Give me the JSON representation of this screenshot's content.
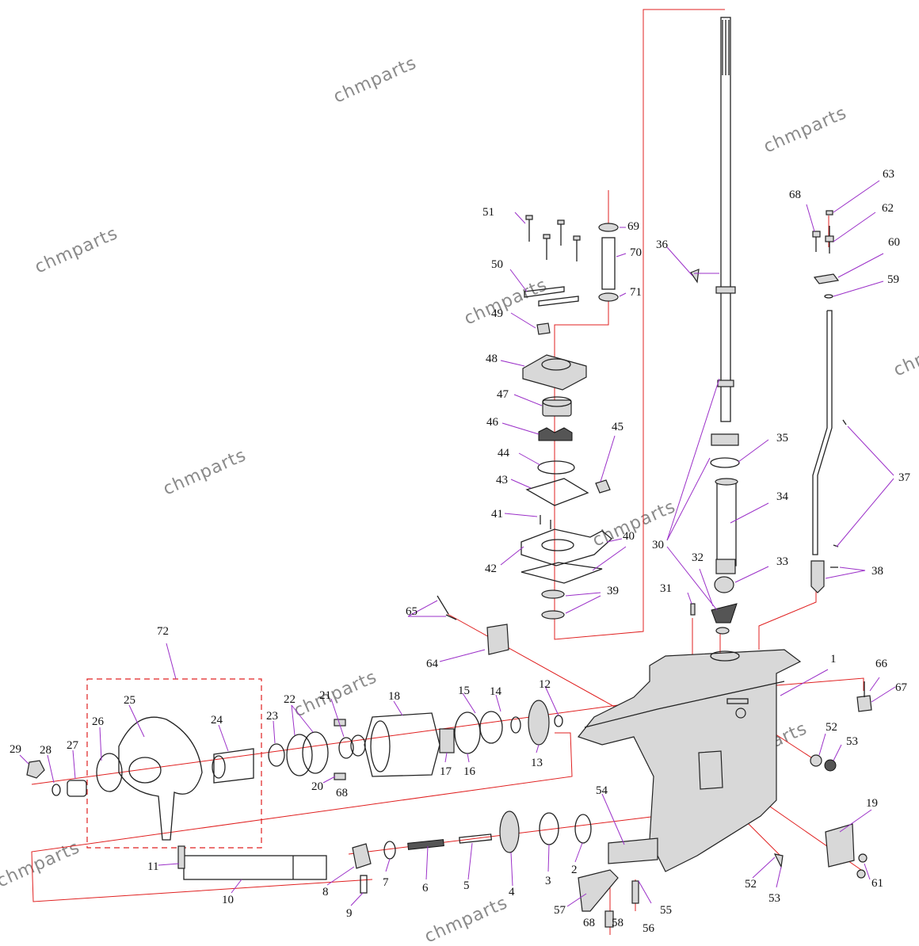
{
  "watermark": "chmparts",
  "labels": [
    "1",
    "2",
    "3",
    "4",
    "5",
    "6",
    "7",
    "8",
    "9",
    "10",
    "11",
    "12",
    "13",
    "14",
    "15",
    "16",
    "17",
    "18",
    "19",
    "20",
    "21",
    "22",
    "23",
    "24",
    "25",
    "26",
    "27",
    "28",
    "29",
    "30",
    "31",
    "32",
    "33",
    "34",
    "35",
    "36",
    "37",
    "38",
    "39",
    "40",
    "41",
    "42",
    "43",
    "44",
    "45",
    "46",
    "47",
    "48",
    "49",
    "50",
    "51",
    "52",
    "52",
    "53",
    "53",
    "54",
    "55",
    "56",
    "57",
    "58",
    "59",
    "60",
    "61",
    "62",
    "63",
    "64",
    "65",
    "66",
    "67",
    "68",
    "68",
    "68",
    "69",
    "70",
    "71",
    "72"
  ],
  "colors": {
    "leader": "#9b30c8",
    "assembly_line": "#e02020",
    "ink": "#222222"
  }
}
